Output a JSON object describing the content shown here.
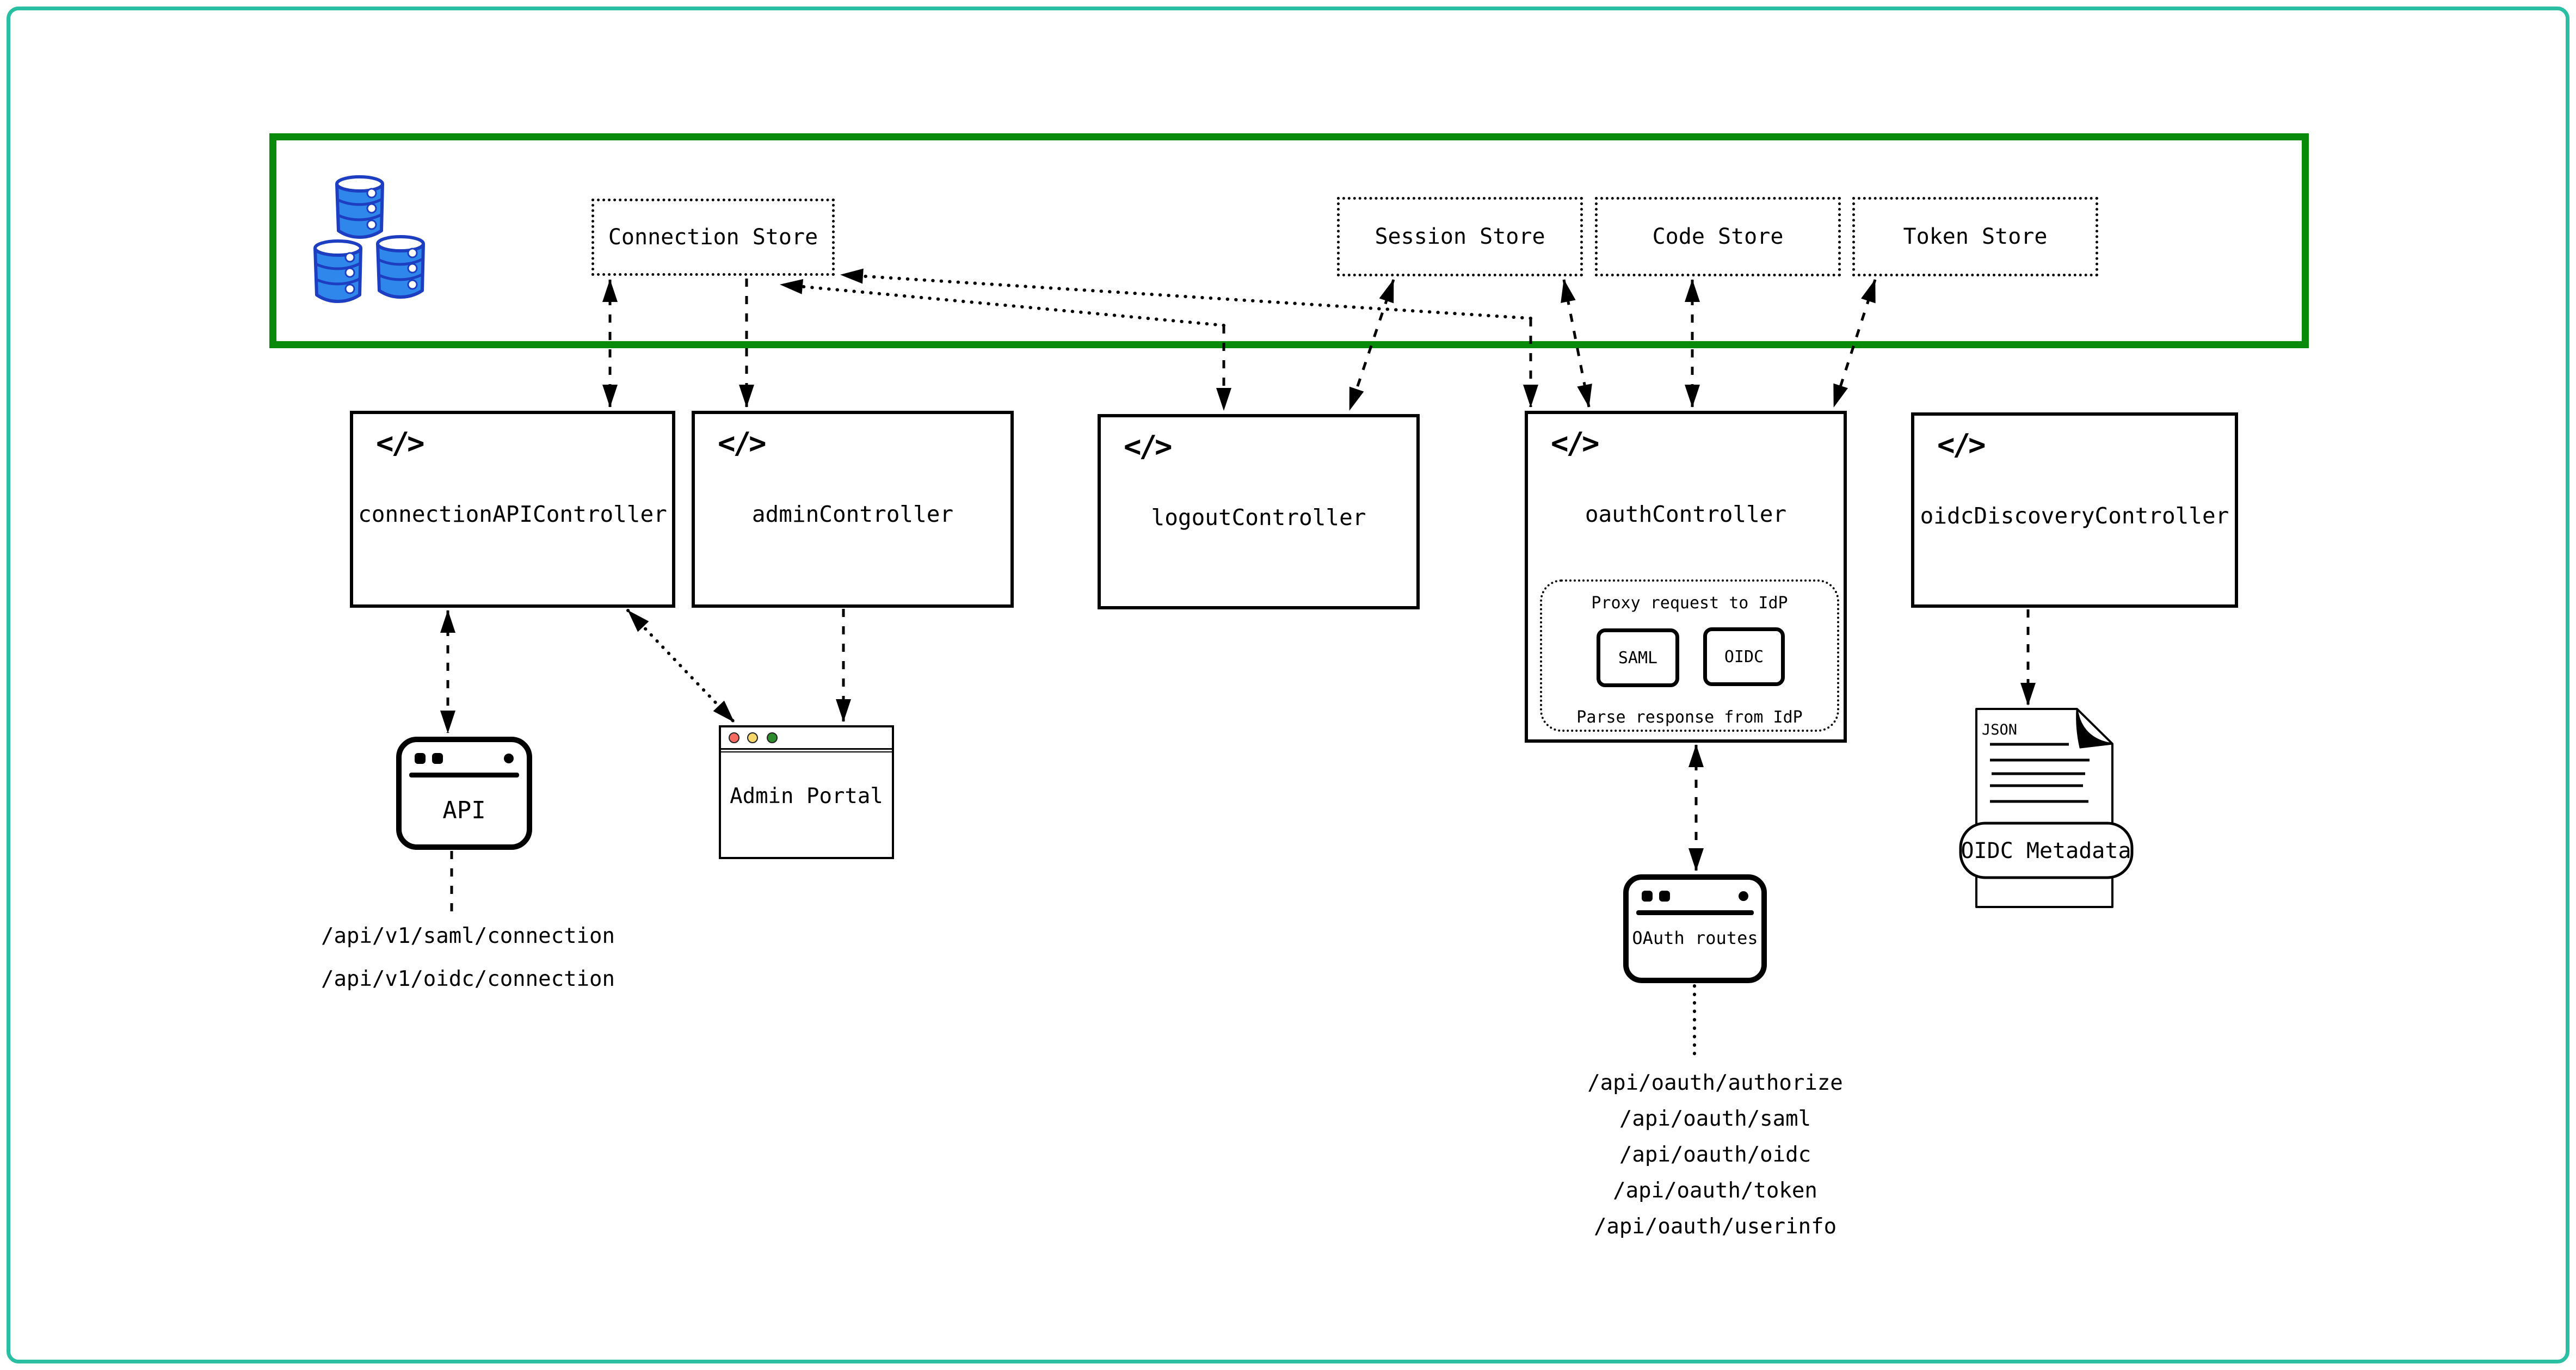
{
  "colors": {
    "frame_teal": "#2abfa3",
    "zone_green": "#0a8a0a",
    "db_fill": "#2f87eb",
    "db_stroke": "#1d3ec1",
    "traffic_red": "#f56b62",
    "traffic_yellow": "#f5d76b",
    "traffic_green": "#2e8b2e"
  },
  "stores": {
    "connection": {
      "label": "Connection Store"
    },
    "session": {
      "label": "Session Store"
    },
    "code": {
      "label": "Code Store"
    },
    "token": {
      "label": "Token Store"
    }
  },
  "controllers": {
    "connection_api": {
      "label": "connectionAPIController",
      "icon_glyph": "</>"
    },
    "admin": {
      "label": "adminController",
      "icon_glyph": "</>"
    },
    "logout": {
      "label": "logoutController",
      "icon_glyph": "</>"
    },
    "oauth": {
      "label": "oauthController",
      "icon_glyph": "</>"
    },
    "oidc_discovery": {
      "label": "oidcDiscoveryController",
      "icon_glyph": "</>"
    }
  },
  "oauth_proxy": {
    "title": "Proxy request to IdP",
    "saml_label": "SAML",
    "oidc_label": "OIDC",
    "footer": "Parse response from IdP"
  },
  "clients": {
    "api": {
      "label": "API"
    },
    "admin_portal": {
      "label": "Admin Portal"
    },
    "oauth_routes": {
      "label": "OAuth routes"
    }
  },
  "document": {
    "file_type": "JSON",
    "banner": "OIDC Metadata"
  },
  "endpoints": {
    "connection_api": [
      "/api/v1/saml/connection",
      "/api/v1/oidc/connection"
    ],
    "oauth": [
      "/api/oauth/authorize",
      "/api/oauth/saml",
      "/api/oauth/oidc",
      "/api/oauth/token",
      "/api/oauth/userinfo"
    ]
  }
}
